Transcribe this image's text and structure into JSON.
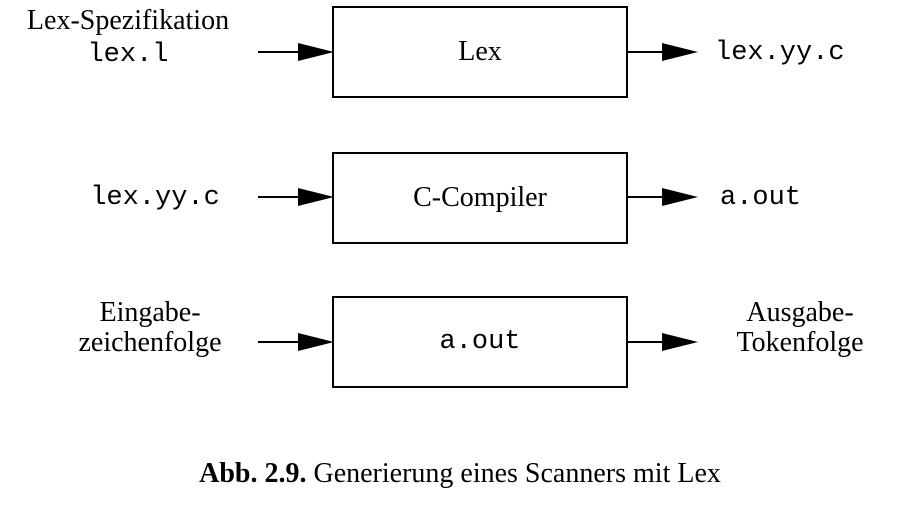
{
  "row1": {
    "input_line1": "Lex-Spezifikation",
    "input_line2": "lex.l",
    "box": "Lex",
    "output": "lex.yy.c"
  },
  "row2": {
    "input": "lex.yy.c",
    "box": "C-Compiler",
    "output": "a.out"
  },
  "row3": {
    "input_line1": "Eingabe-",
    "input_line2": "zeichenfolge",
    "box": "a.out",
    "output_line1": "Ausgabe-",
    "output_line2": "Tokenfolge"
  },
  "caption": {
    "label": "Abb. 2.9.",
    "text": " Generierung eines Scanners mit Lex"
  }
}
